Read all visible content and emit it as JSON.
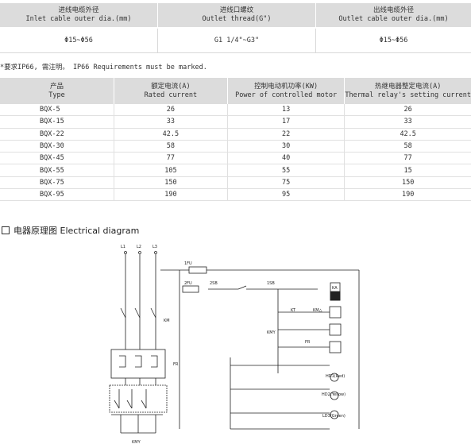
{
  "table1": {
    "headers": [
      {
        "cn": "进线电缆外径",
        "en": "Inlet cable outer dia.(mm)"
      },
      {
        "cn": "进线口螺纹",
        "en": "Outlet thread(G\")"
      },
      {
        "cn": "出线电缆外径",
        "en": "Outlet cable outer dia.(mm)"
      }
    ],
    "row": [
      "Φ15~Φ56",
      "G1 1/4\"~G3\"",
      "Φ15~Φ56"
    ]
  },
  "note": "*要求IP66, 需注明。  IP66 Requirements must be marked.",
  "table2": {
    "headers": [
      {
        "cn": "产品",
        "en": "Type"
      },
      {
        "cn": "额定电流(A)",
        "en": "Rated current"
      },
      {
        "cn": "控制电动机功率(KW)",
        "en": "Power of controlled motor"
      },
      {
        "cn": "热继电器整定电流(A)",
        "en": "Thermal relay's setting current"
      }
    ],
    "rows": [
      [
        "BQX-5",
        "26",
        "13",
        "26"
      ],
      [
        "BQX-15",
        "33",
        "17",
        "33"
      ],
      [
        "BQX-22",
        "42.5",
        "22",
        "42.5"
      ],
      [
        "BQX-30",
        "58",
        "30",
        "58"
      ],
      [
        "BQX-45",
        "77",
        "40",
        "77"
      ],
      [
        "BQX-55",
        "105",
        "55",
        "15"
      ],
      [
        "BQX-75",
        "150",
        "75",
        "150"
      ],
      [
        "BQX-95",
        "190",
        "95",
        "190"
      ]
    ]
  },
  "section_title": "电器原理图 Electrical diagram",
  "diagram": {
    "labels": {
      "l1": "L1",
      "l2": "L2",
      "l3": "L3",
      "fu1": "1FU",
      "fu2": "2FU",
      "sb2": "2SB",
      "sb1": "1SB",
      "km": "KM",
      "kt": "KT",
      "km_delta": "KM△",
      "km_y": "KMY",
      "fr": "FR",
      "hd1": "HD1(Red)",
      "hd2": "HD2(Yellow)",
      "ld3": "LD3(Green)",
      "km_y_bottom": "KMY",
      "fr_box": "FR",
      "ka": "KA"
    }
  }
}
